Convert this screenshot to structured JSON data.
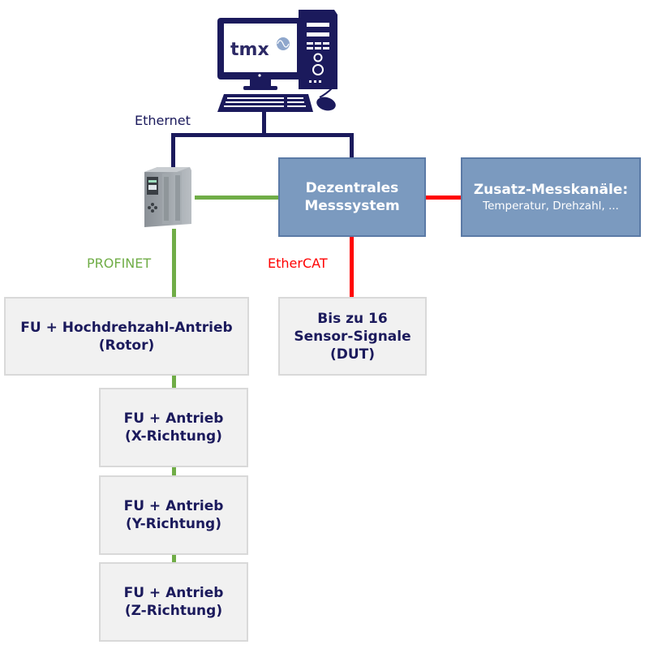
{
  "colors": {
    "navy": "#1b1a5c",
    "profinet_green": "#70ad47",
    "ethercat_red": "#ff0000",
    "system_box": "#7b9abf",
    "device_box": "#f1f1f1"
  },
  "computer": {
    "icon": "desktop-computer-icon",
    "logo_text": "tmx"
  },
  "plc": {
    "icon": "plc-controller-icon"
  },
  "connections": {
    "ethernet": "Ethernet",
    "profinet": "PROFINET",
    "ethercat": "EtherCAT"
  },
  "nodes": {
    "measurement_system": {
      "line1": "Dezentrales",
      "line2": "Messsystem"
    },
    "extra_channels": {
      "title": "Zusatz-Messkanäle:",
      "subtitle": "Temperatur, Drehzahl, ..."
    },
    "sensors": {
      "line1": "Bis zu 16",
      "line2": "Sensor-Signale",
      "line3": "(DUT)"
    },
    "drives": [
      {
        "line1": "FU + Hochdrehzahl-Antrieb",
        "line2": "(Rotor)"
      },
      {
        "line1": "FU + Antrieb",
        "line2": "(X-Richtung)"
      },
      {
        "line1": "FU + Antrieb",
        "line2": "(Y-Richtung)"
      },
      {
        "line1": "FU + Antrieb",
        "line2": "(Z-Richtung)"
      }
    ]
  }
}
